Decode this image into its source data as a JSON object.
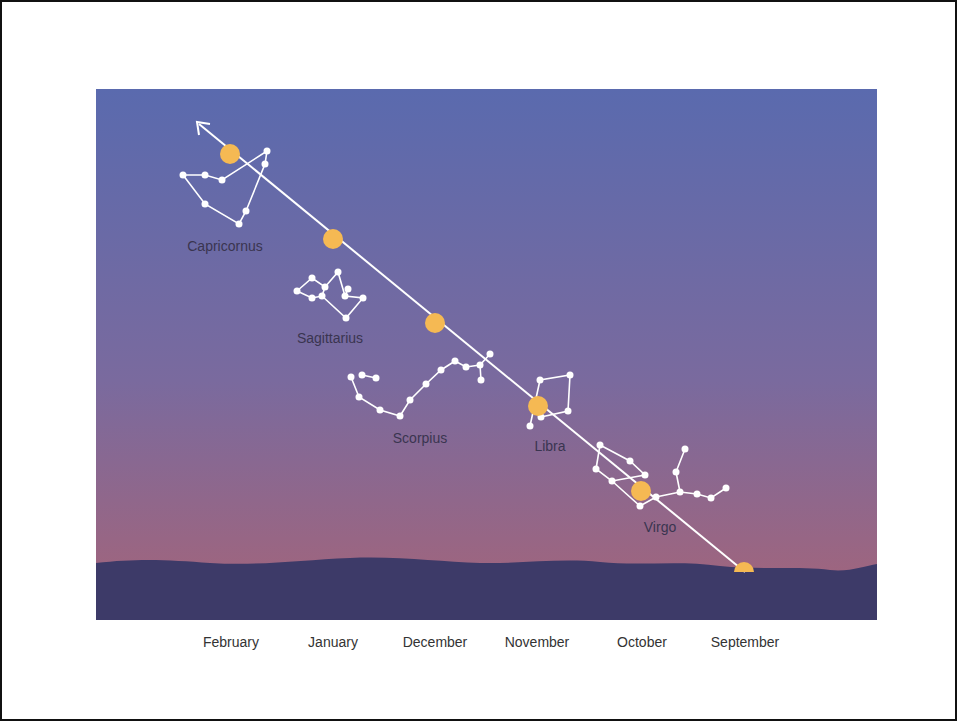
{
  "diagram": {
    "labels": [
      "Capricornus",
      "Sagittarius",
      "Scorpius",
      "Libra",
      "Virgo",
      "February",
      "January",
      "December",
      "November",
      "October",
      "September"
    ]
  }
}
